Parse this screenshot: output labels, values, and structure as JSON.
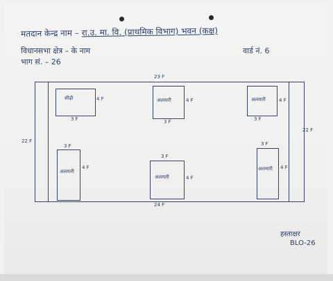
{
  "header": {
    "title_left": "मतदान केन्द्र नाम –",
    "title_right": "रा.उ. मा. वि. (प्राथमिक विभाग) भवन (कक्ष)",
    "line2": "विधानसभा क्षेत्र – के नाम",
    "ward": "वार्ड नं. 6",
    "line3": "भाग सं. – 26"
  },
  "plan": {
    "top_dimension": "23 F",
    "left_dimension": "22 F",
    "right_dimension": "22 F",
    "bottom_dimension": "24 F",
    "rooms": [
      {
        "label": "सीढ़ी",
        "width": "3 F",
        "height": "4 F"
      },
      {
        "label": "अलमारी",
        "width": "3 F",
        "height": "4 F"
      },
      {
        "label": "अलमारी",
        "width": "3 F",
        "height": "4 F"
      },
      {
        "label": "अलमारी",
        "width": "3 F",
        "height": "4 F"
      },
      {
        "label": "अलमारी",
        "width": "3 F",
        "height": "4 F"
      },
      {
        "label": "अलमारी",
        "width": "3 F",
        "height": "4 F"
      }
    ]
  },
  "signature": {
    "line1": "हस्ताक्षर",
    "line2": "BLO-26"
  }
}
